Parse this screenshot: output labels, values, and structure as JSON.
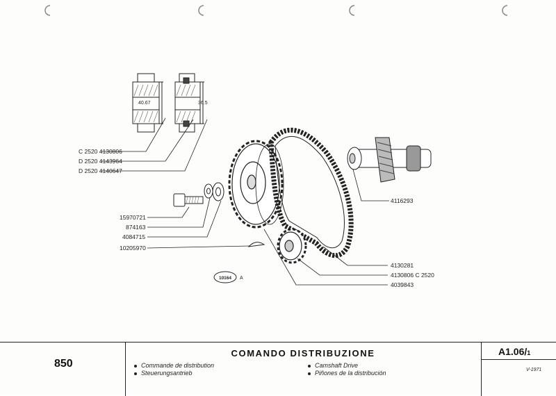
{
  "labels": {
    "ring_c": "C 2520 4130806",
    "ring_d1": "D 2520 4143964",
    "ring_d2": "D 2520 4140647",
    "bolt": "15970721",
    "washer": "874163",
    "spacer": "4084715",
    "key": "10205970",
    "camshaft": "4116293",
    "chain": "4130281",
    "small_gear": "4130806 C 2520",
    "big_gear": "4039843",
    "ref_badge": "10164",
    "ref_letter": "A",
    "dim_left": "40.67",
    "dim_right": "36.5"
  },
  "footer": {
    "model": "850",
    "title": "COMANDO DISTRIBUZIONE",
    "items_left": [
      "Commande de distribution",
      "Steuerungsantrieb"
    ],
    "items_right": [
      "Camshaft Drive",
      "Piñones de la distribución"
    ],
    "code": "A1.06",
    "code_suffix": "1",
    "date": "V-1971"
  }
}
